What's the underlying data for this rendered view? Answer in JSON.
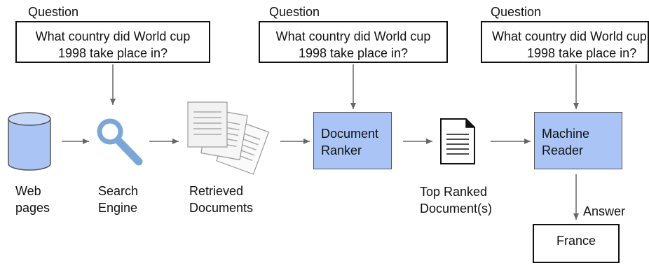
{
  "columns": [
    {
      "question_label": "Question",
      "question_line1": "What country did World cup",
      "question_line2": "1998 take place in?"
    },
    {
      "question_label": "Question",
      "question_line1": "What country did World cup",
      "question_line2": "1998 take place in?"
    },
    {
      "question_label": "Question",
      "question_line1": "What country did World cup",
      "question_line2": "1998 take place in?"
    }
  ],
  "nodes": {
    "web_pages": {
      "line1": "Web",
      "line2": "pages",
      "icon": "database-cylinder-icon"
    },
    "search_engine": {
      "line1": "Search",
      "line2": "Engine",
      "icon": "magnifier-icon"
    },
    "retrieved_documents": {
      "line1": "Retrieved",
      "line2": "Documents",
      "icon": "document-stack-icon"
    },
    "document_ranker": {
      "line1": "Document",
      "line2": "Ranker"
    },
    "top_ranked": {
      "line1": "Top Ranked",
      "line2": "Document(s)",
      "icon": "document-icon"
    },
    "machine_reader": {
      "line1": "Machine",
      "line2": "Reader"
    }
  },
  "answer": {
    "arrow_label": "Answer",
    "value": "France"
  },
  "colors": {
    "module_fill": "#a9c4f5",
    "icon_blue": "#7aa7d8",
    "arrow": "#666666"
  }
}
